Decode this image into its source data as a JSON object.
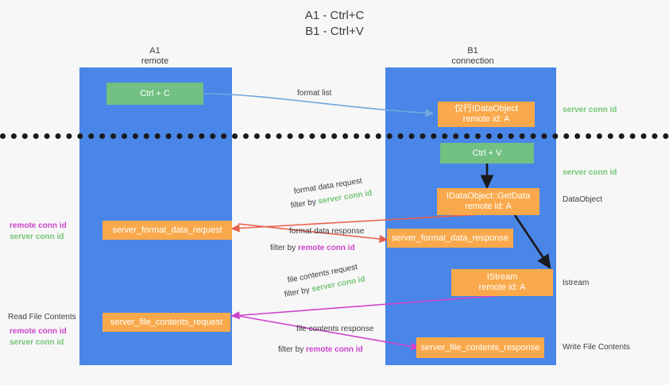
{
  "title": {
    "line1": "A1 - Ctrl+C",
    "line2": "B1 - Ctrl+V"
  },
  "lanes": [
    {
      "id": "A1",
      "name": "A1",
      "sub": "remote",
      "color": "#4a86e8"
    },
    {
      "id": "B1",
      "name": "B1",
      "sub": "connection",
      "color": "#4a86e8"
    }
  ],
  "boxes": {
    "ctrl_c": "Ctrl + C",
    "ctrl_v": "Ctrl + V",
    "idataobject_title": "仅行IDataObject",
    "idataobject_sub": "remote id: A",
    "getdata_title": "IDataObject::GetData",
    "getdata_sub": "remote id: A",
    "istream_title": "IStream",
    "istream_sub": "remote id: A",
    "server_format_data_request": "server_format_data_request",
    "server_format_data_response": "server_format_data_response",
    "server_file_contents_request": "server_file_contents_request",
    "server_file_contents_response": "server_file_contents_response"
  },
  "arrow_labels": {
    "format_list": "format list",
    "format_data_request": "format data request",
    "format_data_request_filter_prefix": "filter by ",
    "format_data_request_filter_key": "server conn id",
    "format_data_response": "format data response",
    "format_data_response_filter_prefix": "filter by ",
    "format_data_response_filter_key": "remote conn id",
    "file_contents_request": "file contents request",
    "file_contents_request_filter_prefix": "filter by ",
    "file_contents_request_filter_key": "server conn id",
    "file_contents_response": "file contents response",
    "file_contents_response_filter_prefix": "filter by ",
    "file_contents_response_filter_key": "remote conn id"
  },
  "side_labels": {
    "right_server_conn_id_1": "server conn id",
    "right_server_conn_id_2": "server conn id",
    "right_dataobject": "DataObject",
    "right_istream": "Istream",
    "right_write_file_contents": "Write File Contents",
    "left_remote_conn_id_1": "remote conn id",
    "left_server_conn_id_1": "server conn id",
    "left_read_file_contents": "Read File Contents",
    "left_remote_conn_id_2": "remote conn id",
    "left_server_conn_id_2": "server conn id"
  },
  "colors": {
    "lane": "#4a86e8",
    "orange": "#f9a94b",
    "green_box": "#72c082",
    "green_text": "#74c476",
    "magenta_text": "#cc44cc",
    "background": "#f7f7f7",
    "arrow_blue": "#6fa8dc",
    "arrow_red": "#e8604c",
    "arrow_magenta": "#cc44cc",
    "arrow_black": "#1a1a1a"
  }
}
